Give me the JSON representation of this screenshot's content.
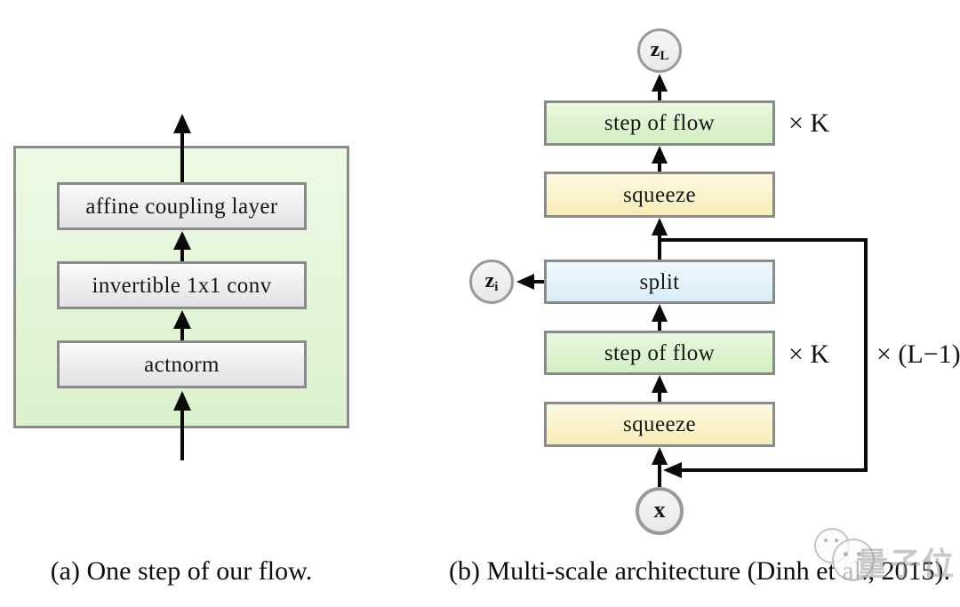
{
  "figure": {
    "panel_a": {
      "blocks": [
        {
          "label": "affine coupling layer"
        },
        {
          "label": "invertible 1x1 conv"
        },
        {
          "label": "actnorm"
        }
      ],
      "caption": "(a) One step of our flow."
    },
    "panel_b": {
      "blocks": [
        {
          "label": "step of flow"
        },
        {
          "label": "squeeze"
        },
        {
          "label": "split"
        },
        {
          "label": "step of flow"
        },
        {
          "label": "squeeze"
        }
      ],
      "multiplier_top": "× K",
      "multiplier_bottom": "× K",
      "multiplier_outer": "× (L−1)",
      "node_top": {
        "base": "z",
        "sub": "L"
      },
      "node_side": {
        "base": "z",
        "sub": "i"
      },
      "node_bottom": {
        "base": "x",
        "sub": ""
      },
      "caption": "(b) Multi-scale architecture (Dinh et al., 2015)."
    },
    "watermark": {
      "text": "量子位"
    },
    "colors": {
      "panel_green": "#e4f6d9",
      "step_of_flow_green": "#ddf3cf",
      "squeeze_yellow": "#faf0c0",
      "split_blue": "#e2f0f9",
      "gray_box": "#ededee",
      "node_fill": "#f2f2f2",
      "border_gray": "#8b8b8b",
      "arrow_black": "#0a0a0a",
      "watermark_gray": "#969696"
    }
  }
}
